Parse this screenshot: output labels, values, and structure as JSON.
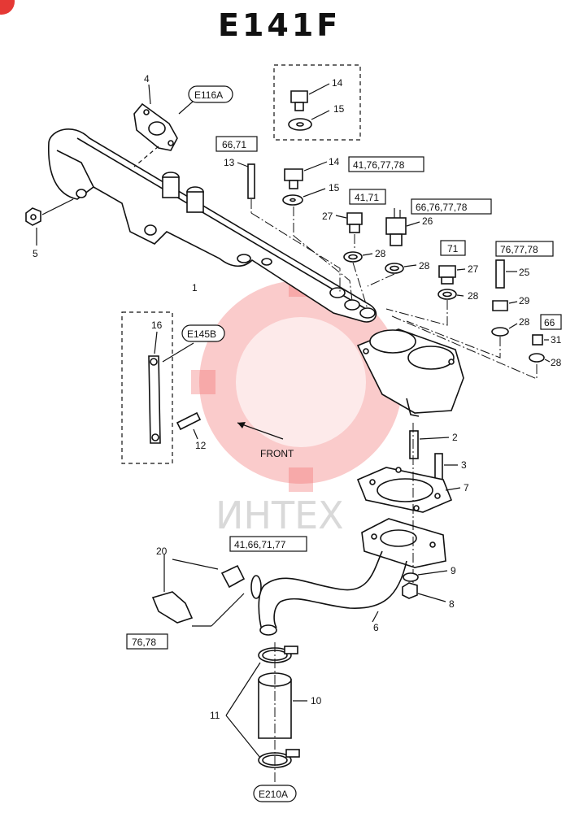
{
  "title": "E141F",
  "watermark_text": "ИНТЕХ",
  "front_label": "FRONT",
  "colors": {
    "ink": "#111111",
    "watermark": "#f26b6b",
    "corner_badge": "#e53935"
  },
  "callouts": [
    "1",
    "2",
    "3",
    "4",
    "5",
    "6",
    "7",
    "8",
    "9",
    "10",
    "11",
    "12",
    "13",
    "14",
    "15",
    "16",
    "20",
    "25",
    "26",
    "27",
    "28",
    "29",
    "31"
  ],
  "ref_codes": {
    "e116a": "E116A",
    "e145b": "E145B",
    "e210a": "E210A"
  },
  "model_boxes": {
    "m66_71": "66,71",
    "m41_76_77_78": "41,76,77,78",
    "m41_71": "41,71",
    "m66_76_77_78": "66,76,77,78",
    "m71": "71",
    "m76_77_78": "76,77,78",
    "m66": "66",
    "m41_66_71_77": "41,66,71,77",
    "m76_78": "76,78"
  },
  "labels": {
    "n1": "1",
    "n2": "2",
    "n3": "3",
    "n4": "4",
    "n5": "5",
    "n6": "6",
    "n7": "7",
    "n8": "8",
    "n9": "9",
    "n10": "10",
    "n11": "11",
    "n12": "12",
    "n13": "13",
    "n14a": "14",
    "n14b": "14",
    "n15a": "15",
    "n15b": "15",
    "n16": "16",
    "n20": "20",
    "n25": "25",
    "n26": "26",
    "n27a": "27",
    "n27b": "27",
    "n28a": "28",
    "n28b": "28",
    "n28c": "28",
    "n28d": "28",
    "n28e": "28",
    "n29": "29",
    "n31": "31"
  }
}
